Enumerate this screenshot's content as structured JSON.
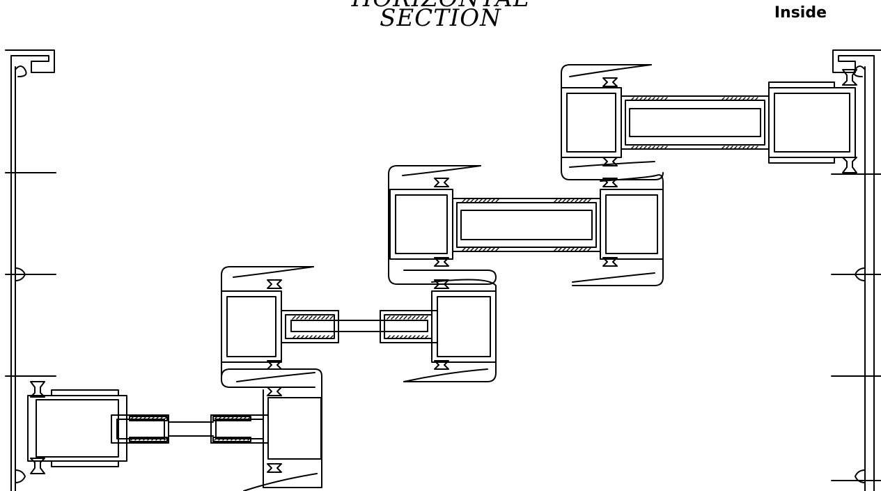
{
  "title": {
    "line1": "HORIZONTAL",
    "line2": "SECTION"
  },
  "side_label": "Inside"
}
